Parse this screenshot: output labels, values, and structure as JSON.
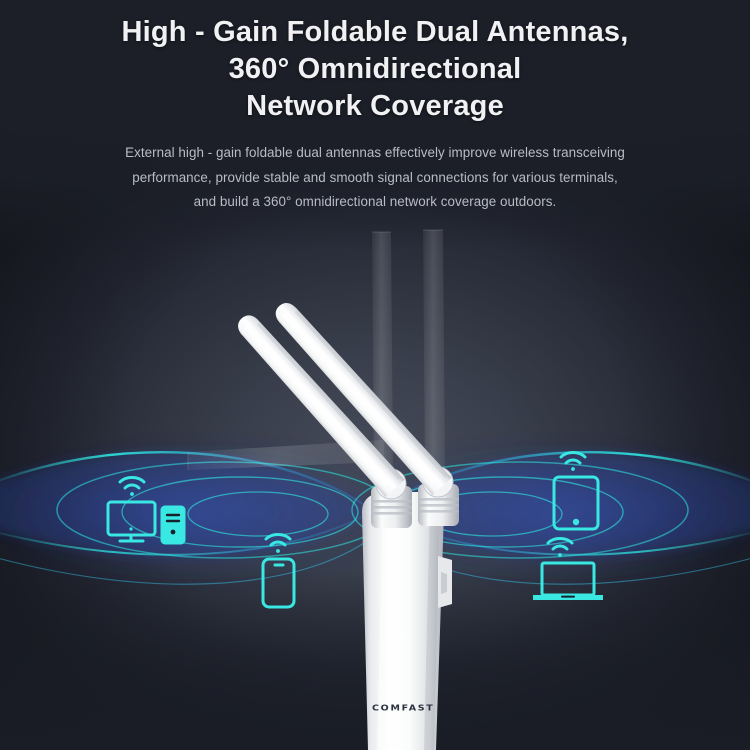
{
  "background": {
    "base_color": "#1d202a",
    "center_glow": "#454b58",
    "vignette_color": "#0e0f14"
  },
  "headline": {
    "lines": [
      "High - Gain Foldable Dual Antennas,",
      "360° Omnidirectional",
      "Network Coverage"
    ],
    "color": "#f1f1f4"
  },
  "subcopy": {
    "lines": [
      "External high - gain foldable dual antennas effectively improve wireless transceiving",
      "performance, provide stable and smooth signal connections for various terminals,",
      "and build a 360° omnidirectional network coverage outdoors."
    ],
    "color": "#b9bcc6"
  },
  "product": {
    "brand": "COMFAST",
    "brand_color": "#2d3240",
    "body_color": "#ffffff",
    "type": "outdoor-wireless-access-point",
    "antennas": {
      "active_count": 2,
      "ghost_count": 3,
      "positions": [
        "angled-45",
        "vertical-up",
        "horizontal-folded"
      ]
    }
  },
  "coverage": {
    "accent_color": "#2ee6e0",
    "wave_color": "#27b9e8",
    "glow_color": "#3a56c8",
    "ring_count": 3
  },
  "devices": [
    {
      "name": "desktop-computer",
      "icon": "monitor-tower-icon",
      "color": "#39e8e2",
      "wifi": true
    },
    {
      "name": "smartphone",
      "icon": "phone-icon",
      "color": "#39e8e2",
      "wifi": true
    },
    {
      "name": "tablet",
      "icon": "tablet-icon",
      "color": "#39e8e2",
      "wifi": true
    },
    {
      "name": "laptop",
      "icon": "laptop-icon",
      "color": "#39e8e2",
      "wifi": true
    }
  ]
}
